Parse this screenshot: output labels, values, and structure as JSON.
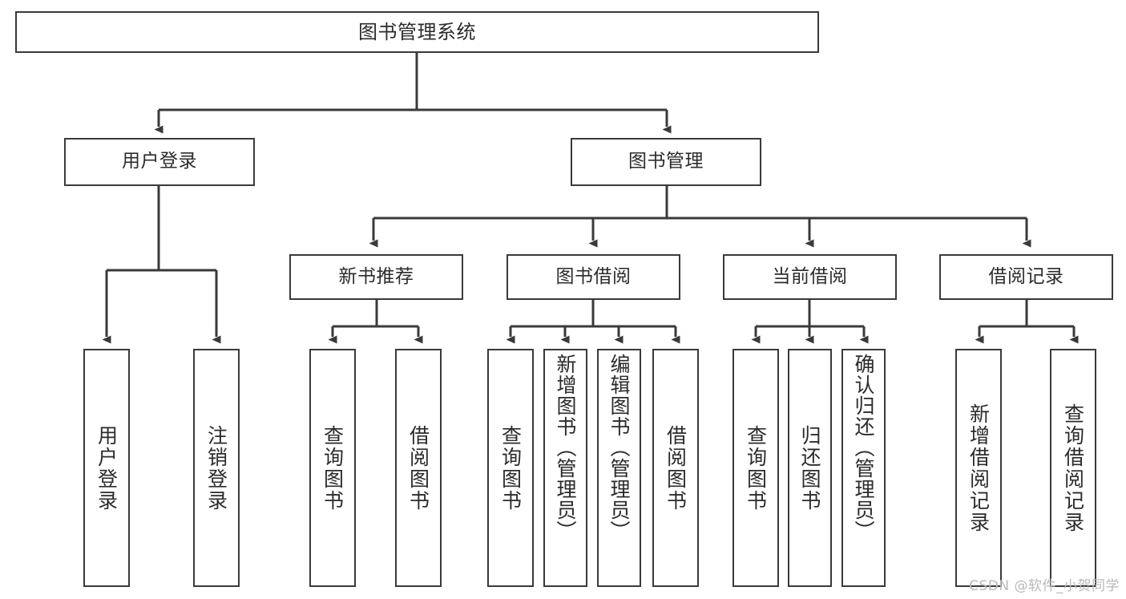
{
  "diagram": {
    "title": "图书管理系统",
    "type": "tree-hierarchy",
    "background_color": "#ffffff",
    "line_color": "#3a3a3a",
    "text_color": "#2b2b2b"
  },
  "nodes": {
    "root": {
      "label": "图书管理系统"
    },
    "level1": [
      {
        "id": "user-login",
        "label": "用户登录"
      },
      {
        "id": "book-manage",
        "label": "图书管理"
      }
    ],
    "level2": [
      {
        "id": "new-book-recommend",
        "label": "新书推荐"
      },
      {
        "id": "book-borrow",
        "label": "图书借阅"
      },
      {
        "id": "current-borrow",
        "label": "当前借阅"
      },
      {
        "id": "borrow-record",
        "label": "借阅记录"
      }
    ],
    "leaves": {
      "user_login": [
        {
          "id": "leaf-user-login",
          "label": "用户登录"
        },
        {
          "id": "leaf-logout-login",
          "label": "注销登录"
        }
      ],
      "new_book_recommend": [
        {
          "id": "leaf-query-book-1",
          "label": "查询图书"
        },
        {
          "id": "leaf-borrow-book-1",
          "label": "借阅图书"
        }
      ],
      "book_borrow": [
        {
          "id": "leaf-query-book-2",
          "label": "查询图书"
        },
        {
          "id": "leaf-add-book",
          "label": "新增图书（管理员）"
        },
        {
          "id": "leaf-edit-book",
          "label": "编辑图书（管理员）"
        },
        {
          "id": "leaf-borrow-book-2",
          "label": "借阅图书"
        }
      ],
      "current_borrow": [
        {
          "id": "leaf-query-book-3",
          "label": "查询图书"
        },
        {
          "id": "leaf-return-book",
          "label": "归还图书"
        },
        {
          "id": "leaf-confirm-return",
          "label": "确认归还（管理员）"
        }
      ],
      "borrow_record": [
        {
          "id": "leaf-add-record",
          "label": "新增借阅记录"
        },
        {
          "id": "leaf-query-record",
          "label": "查询借阅记录"
        }
      ]
    }
  },
  "watermark": {
    "text": "CSDN @软件_小贺同学"
  }
}
